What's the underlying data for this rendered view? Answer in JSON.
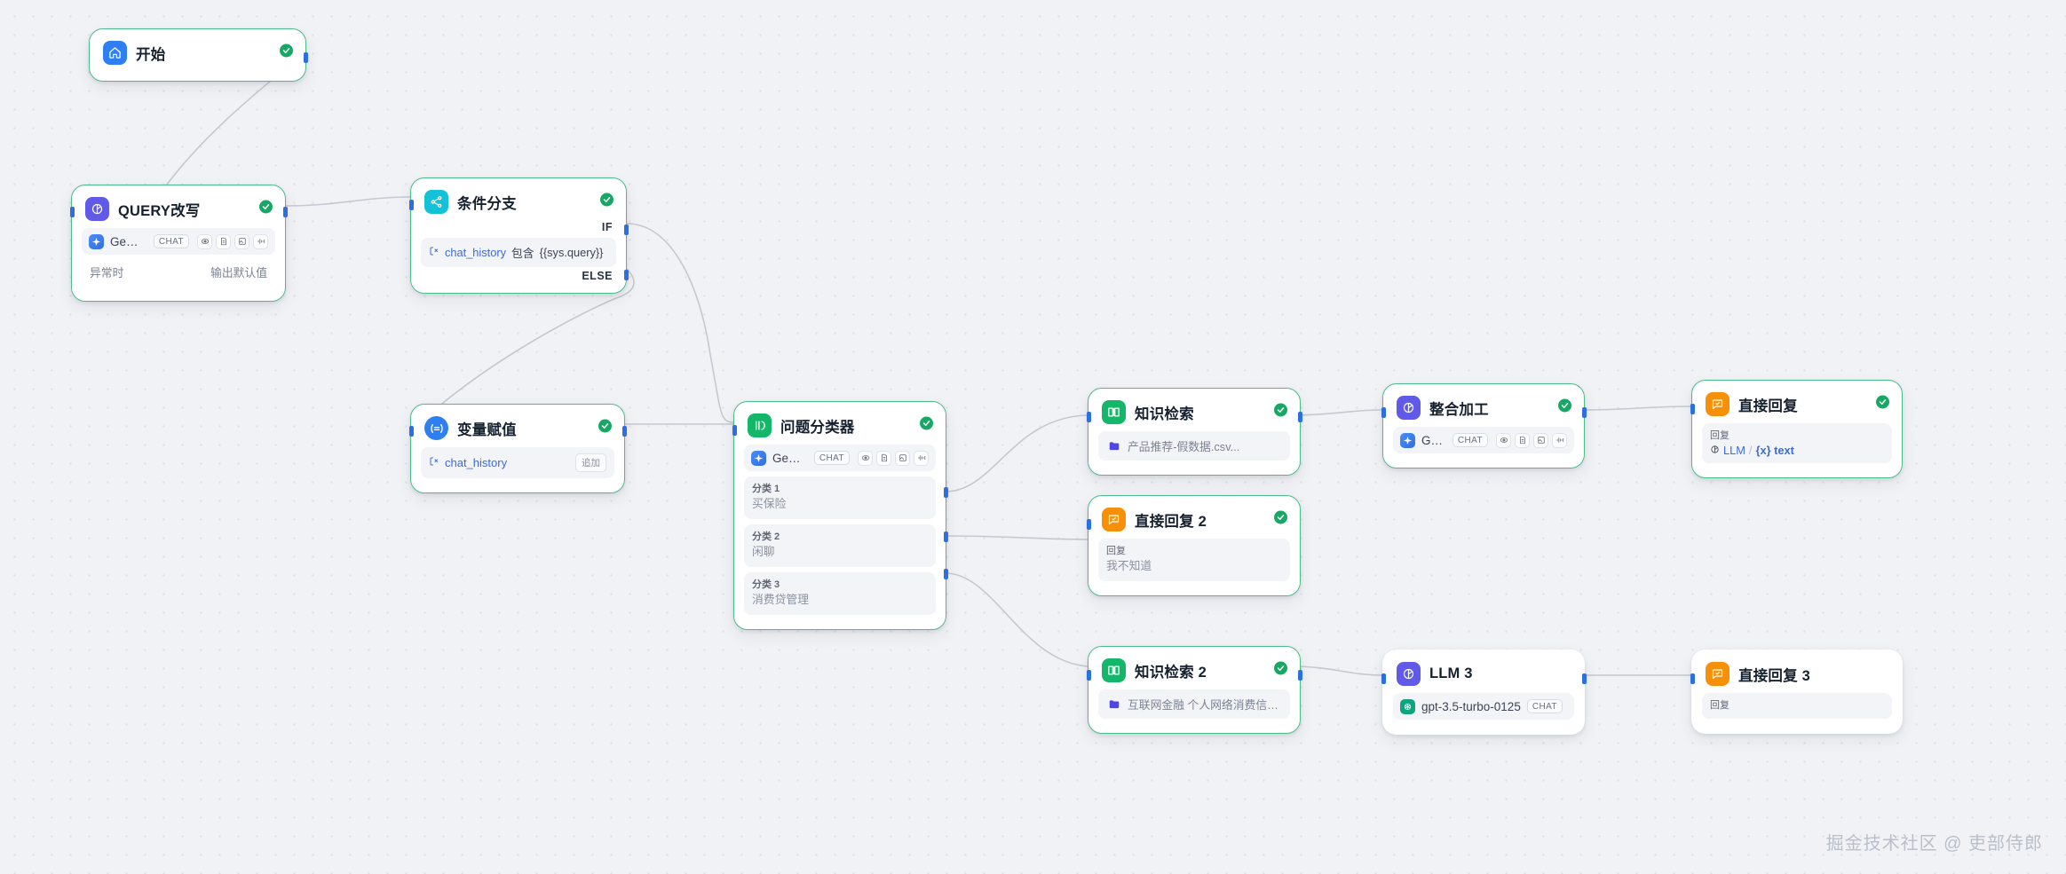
{
  "canvas": {
    "background": "#f1f2f6",
    "watermark": "掘金技术社区 @ 吏部侍郎"
  },
  "badges": {
    "chat": "CHAT",
    "append": "追加"
  },
  "nodes": {
    "start": {
      "title": "开始",
      "icon": "home-icon",
      "status": "success"
    },
    "query_rewrite": {
      "title": "QUERY改写",
      "icon": "llm-icon",
      "status": "success",
      "model": "Gemini ...",
      "error_label": "异常时",
      "error_value": "输出默认值"
    },
    "condition_branch": {
      "title": "条件分支",
      "icon": "branch-icon",
      "status": "success",
      "if_label": "IF",
      "else_label": "ELSE",
      "condition_var": "chat_history",
      "condition_op": "包含",
      "condition_value": "{{sys.query}}"
    },
    "variable_assign": {
      "title": "变量赋值",
      "icon": "equals-icon",
      "status": "success",
      "variable": "chat_history",
      "mode": "追加"
    },
    "question_classifier": {
      "title": "问题分类器",
      "icon": "classifier-icon",
      "status": "success",
      "model": "Gemini ...",
      "classes": [
        {
          "label": "分类 1",
          "value": "买保险"
        },
        {
          "label": "分类 2",
          "value": "闲聊"
        },
        {
          "label": "分类 3",
          "value": "消费贷管理"
        }
      ]
    },
    "knowledge_retrieval": {
      "title": "知识检索",
      "icon": "book-icon",
      "status": "success",
      "dataset": "产品推荐-假数据.csv..."
    },
    "knowledge_retrieval_2": {
      "title": "知识检索 2",
      "icon": "book-icon",
      "status": "success",
      "dataset": "互联网金融 个人网络消费信贷 ..."
    },
    "integration": {
      "title": "整合加工",
      "icon": "llm-icon",
      "status": "success",
      "model": "Gemini ..."
    },
    "direct_reply": {
      "title": "直接回复",
      "icon": "reply-icon",
      "status": "success",
      "reply_label": "回复",
      "reply_source": "LLM",
      "reply_sep": "/",
      "reply_var": "{x} text"
    },
    "direct_reply_2": {
      "title": "直接回复 2",
      "icon": "reply-icon",
      "status": "success",
      "reply_label": "回复",
      "reply_value": "我不知道"
    },
    "direct_reply_3": {
      "title": "直接回复 3",
      "icon": "reply-icon",
      "status": "none",
      "reply_label": "回复",
      "reply_value": ""
    },
    "llm_3": {
      "title": "LLM 3",
      "icon": "llm-icon",
      "status": "none",
      "model": "gpt-3.5-turbo-0125"
    }
  }
}
